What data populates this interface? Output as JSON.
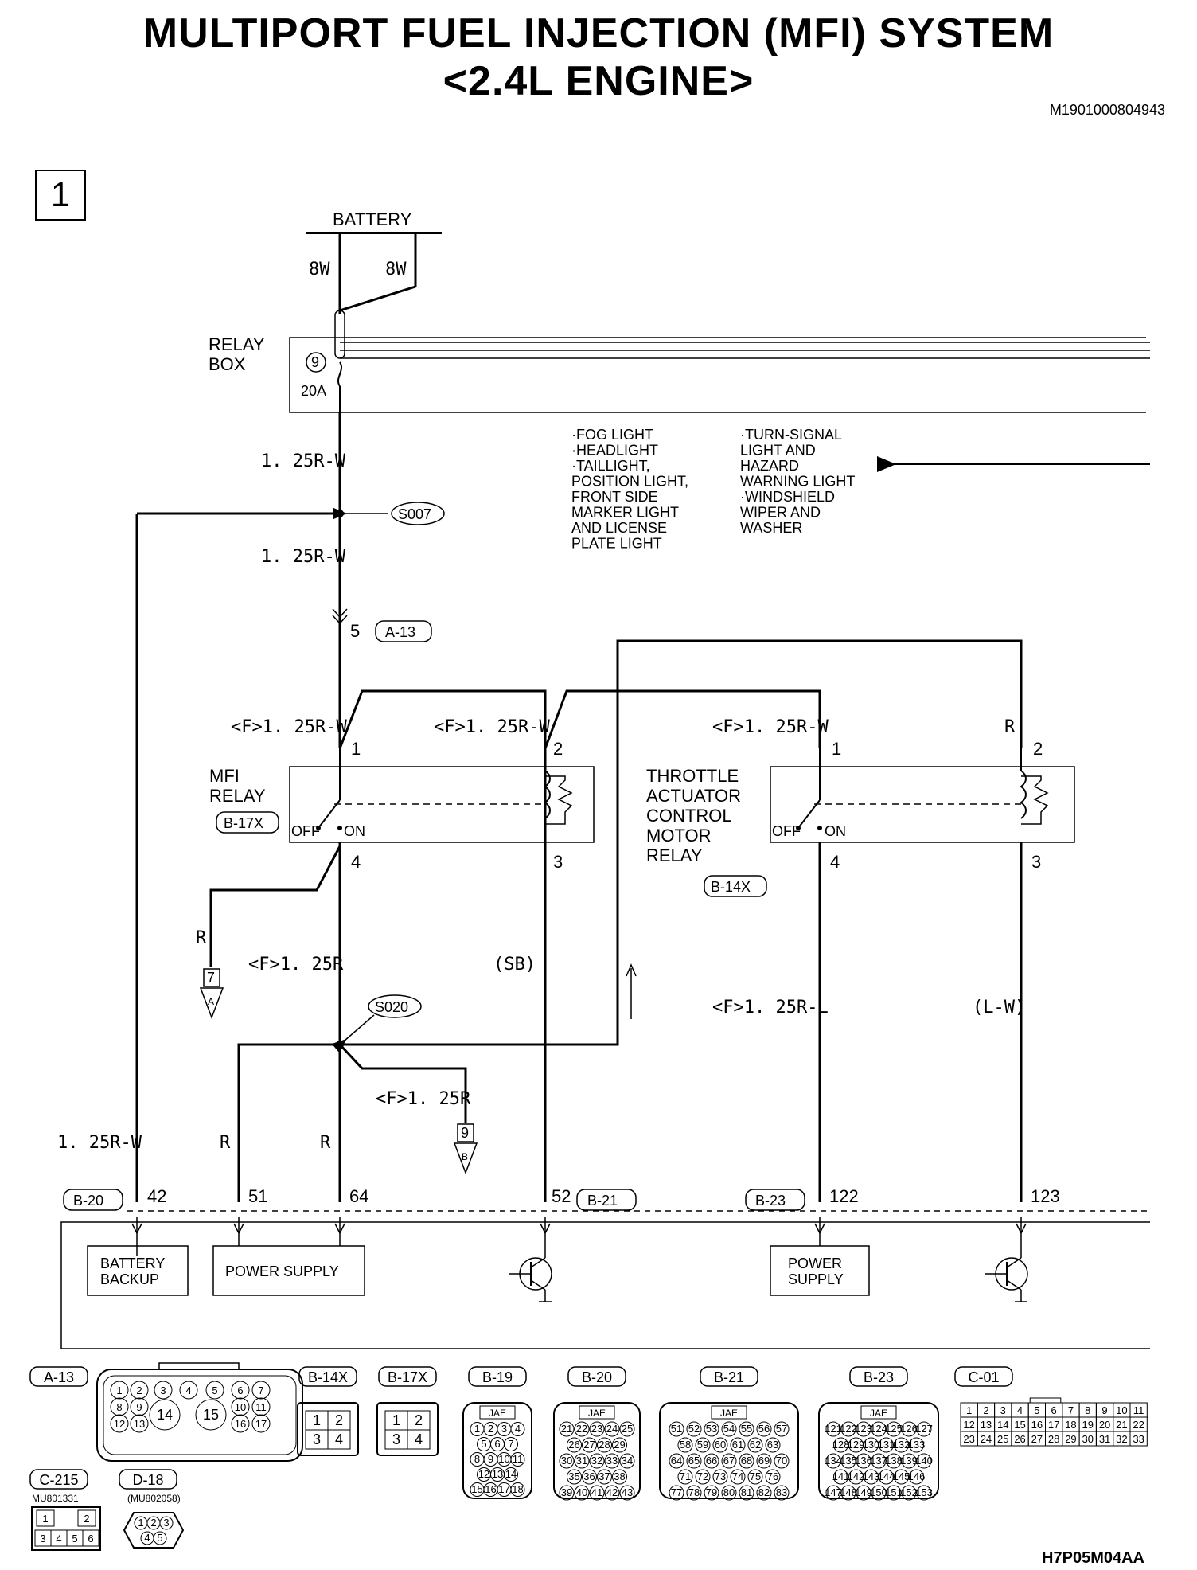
{
  "title": {
    "line1": "MULTIPORT FUEL INJECTION (MFI) SYSTEM",
    "line2": "<2.4L ENGINE>",
    "doc_id": "M1901000804943",
    "figure_id": "H7P05M04AA",
    "sheet": "1"
  },
  "power": {
    "battery": "BATTERY",
    "wire_left": "8W",
    "wire_right": "8W",
    "relay_box_line1": "RELAY",
    "relay_box_line2": "BOX",
    "fuse_no": "9",
    "fuse_amp": "20A",
    "wire_a": "1. 25R-W",
    "wire_b": "1. 25R-W",
    "splice_1": "S007",
    "conn_pin": "5",
    "conn_a13": "A-13"
  },
  "loads": {
    "col1": [
      "·FOG LIGHT",
      "·HEADLIGHT",
      "·TAILLIGHT,",
      " POSITION LIGHT,",
      " FRONT SIDE",
      " MARKER LIGHT",
      " AND LICENSE",
      " PLATE LIGHT"
    ],
    "col2": [
      "·TURN-SIGNAL",
      " LIGHT AND",
      " HAZARD",
      " WARNING LIGHT",
      "·WINDSHIELD",
      " WIPER AND",
      " WASHER"
    ]
  },
  "mfi_relay": {
    "name_line1": "MFI",
    "name_line2": "RELAY",
    "conn": "B-17X",
    "wire_in1": "<F>1. 25R-W",
    "wire_in2": "<F>1. 25R-W",
    "pin1": "1",
    "pin2": "2",
    "pin3": "3",
    "pin4": "4",
    "off": "OFF",
    "on": "ON"
  },
  "tac_relay": {
    "name_lines": [
      "THROTTLE",
      "ACTUATOR",
      "CONTROL",
      "MOTOR",
      "RELAY"
    ],
    "conn": "B-14X",
    "wire_in1": "<F>1. 25R-W",
    "wire_in2": "R",
    "pin1": "1",
    "pin2": "2",
    "pin3": "3",
    "pin4": "4",
    "off": "OFF",
    "on": "ON"
  },
  "middle": {
    "wire_r": "R",
    "jump7": "7",
    "jumpA": "A",
    "wire_f125r": "<F>1. 25R",
    "wire_sb": "(SB)",
    "splice_2": "S020",
    "wire_f125r_l": "<F>1. 25R-L",
    "wire_lw": "(L-W)",
    "wire_f125r_2": "<F>1. 25R",
    "jump9": "9",
    "jumpB": "B",
    "wire_bottom_1": "1. 25R-W",
    "wire_bottom_2": "R",
    "wire_bottom_3": "R"
  },
  "ecm": {
    "conn_b20": "B-20",
    "conn_b21": "B-21",
    "conn_b23": "B-23",
    "pin42": "42",
    "pin51": "51",
    "pin64": "64",
    "pin52": "52",
    "pin122": "122",
    "pin123": "123",
    "battery_backup_line1": "BATTERY",
    "battery_backup_line2": "BACKUP",
    "power_supply": "POWER SUPPLY",
    "power_supply2_line1": "POWER",
    "power_supply2_line2": "SUPPLY"
  },
  "connectors": {
    "a13": "A-13",
    "b14x": "B-14X",
    "b17x": "B-17X",
    "b19": "B-19",
    "b20": "B-20",
    "b21": "B-21",
    "b23": "B-23",
    "c01": "C-01",
    "c215": "C-215",
    "c215_part": "MU801331",
    "d18": "D-18",
    "d18_part": "(MU802058)",
    "jae": "JAE",
    "a13_pins": [
      "1",
      "2",
      "3",
      "4",
      "5",
      "6",
      "7",
      "8",
      "9",
      "10",
      "11",
      "12",
      "13",
      "14",
      "15",
      "16",
      "17"
    ],
    "b19_pins": [
      "1",
      "2",
      "3",
      "4",
      "5",
      "6",
      "7",
      "8",
      "9",
      "10",
      "11",
      "12",
      "13",
      "14",
      "15",
      "16",
      "17",
      "18"
    ],
    "b20_pins": [
      "21",
      "22",
      "23",
      "24",
      "25",
      "26",
      "27",
      "28",
      "29",
      "30",
      "31",
      "32",
      "33",
      "34",
      "35",
      "36",
      "37",
      "38",
      "39",
      "40",
      "41",
      "42",
      "43"
    ],
    "b21_pins": [
      "51",
      "52",
      "53",
      "54",
      "55",
      "56",
      "57",
      "58",
      "59",
      "60",
      "61",
      "62",
      "63",
      "64",
      "65",
      "66",
      "67",
      "68",
      "69",
      "70",
      "71",
      "72",
      "73",
      "74",
      "75",
      "76",
      "77",
      "78",
      "79",
      "80",
      "81",
      "82",
      "83"
    ],
    "b23_pins": [
      "121",
      "122",
      "123",
      "124",
      "125",
      "126",
      "127",
      "128",
      "129",
      "130",
      "131",
      "132",
      "133",
      "134",
      "135",
      "136",
      "137",
      "138",
      "139",
      "140",
      "141",
      "142",
      "143",
      "144",
      "145",
      "146",
      "147",
      "148",
      "149",
      "150",
      "151",
      "152",
      "153"
    ],
    "c01_pins": [
      "1",
      "2",
      "3",
      "4",
      "5",
      "6",
      "7",
      "8",
      "9",
      "10",
      "11",
      "12",
      "13",
      "14",
      "15",
      "16",
      "17",
      "18",
      "19",
      "20",
      "21",
      "22",
      "23",
      "24",
      "25",
      "26",
      "27",
      "28",
      "29",
      "30",
      "31",
      "32",
      "33"
    ],
    "b14x_pins": [
      "1",
      "2",
      "3",
      "4"
    ],
    "b17x_pins": [
      "1",
      "2",
      "3",
      "4"
    ],
    "c215_pins": [
      "1",
      "2",
      "3",
      "4",
      "5",
      "6"
    ],
    "d18_pins": [
      "1",
      "2",
      "3",
      "4",
      "5"
    ]
  }
}
